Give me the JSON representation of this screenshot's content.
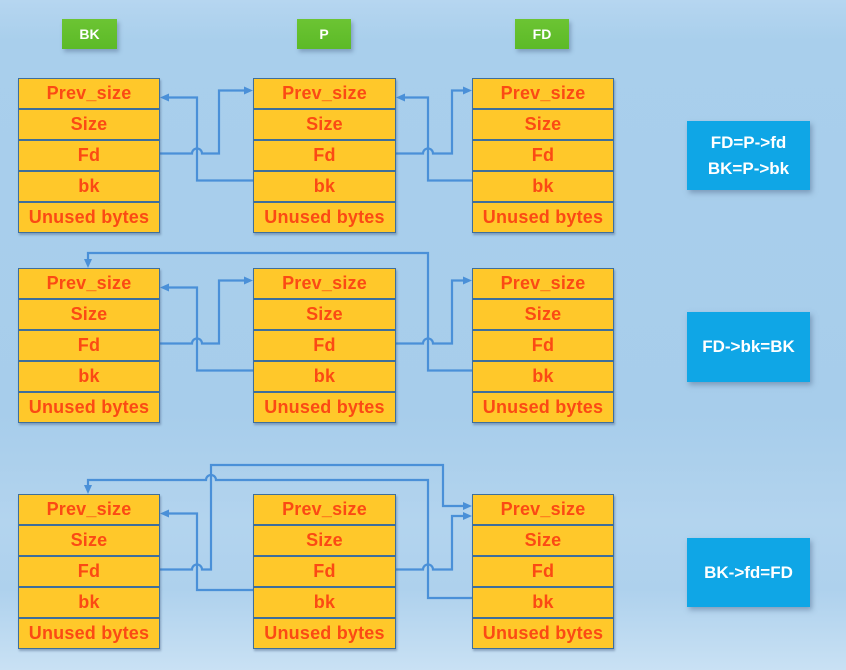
{
  "diagram": {
    "column_labels": [
      {
        "id": "bk",
        "text": "BK"
      },
      {
        "id": "p",
        "text": "P"
      },
      {
        "id": "fd",
        "text": "FD"
      }
    ],
    "chunk_fields": [
      "Prev_size",
      "Size",
      "Fd",
      "bk",
      "Unused bytes"
    ],
    "equations": {
      "step1_line1": "FD=P->fd",
      "step1_line2": "BK=P->bk",
      "step2": "FD->bk=BK",
      "step3": "BK->fd=FD"
    },
    "colors": {
      "background": "#A9CFEC",
      "chunk_fill": "#FFC82A",
      "chunk_border": "#3F6F9B",
      "chunk_text": "#FB4A14",
      "arrow": "#4A90D8",
      "label_green": "#5CBA27",
      "equation_blue": "#0FA6E6",
      "label_text": "#FFFFFF"
    }
  }
}
